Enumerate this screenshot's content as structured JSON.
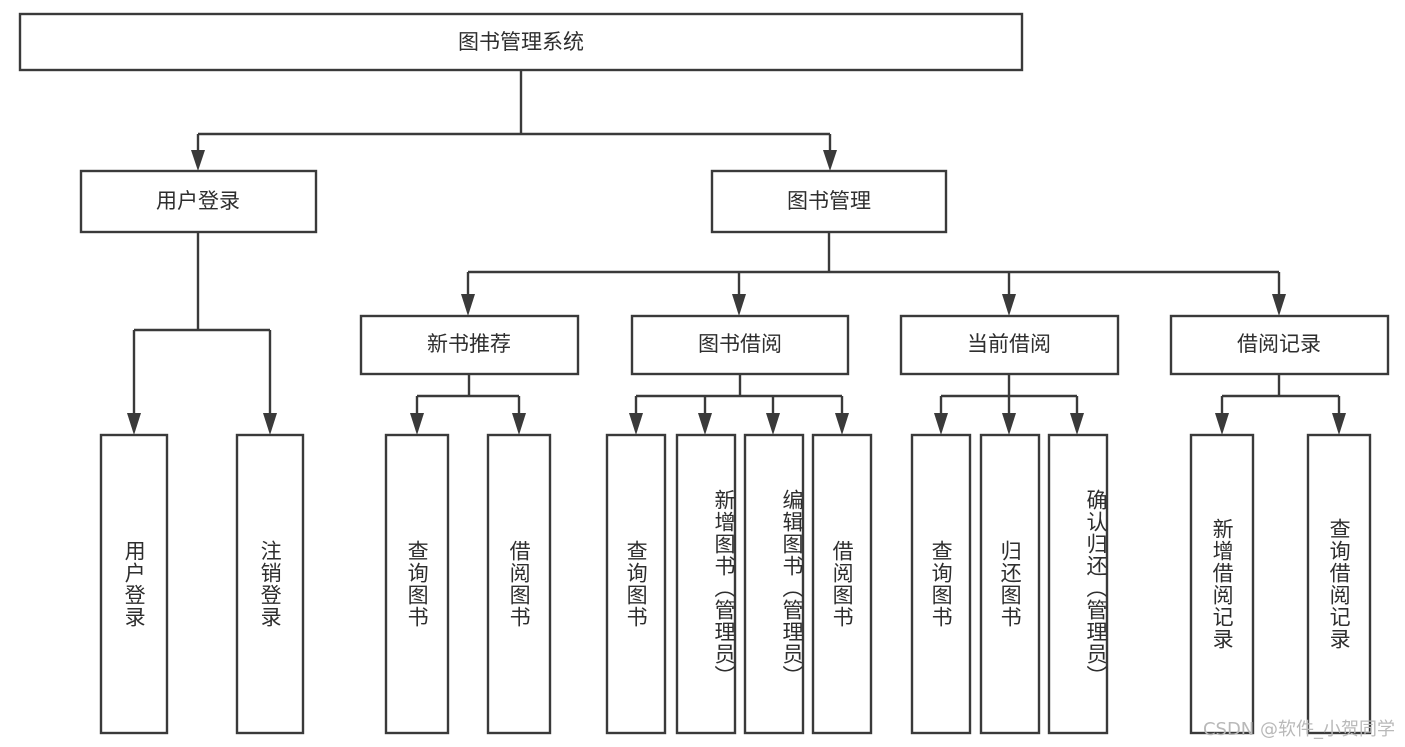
{
  "diagram": {
    "type": "tree-hierarchy-chart",
    "title": "图书管理系统",
    "colors": {
      "stroke": "#3a3a3a",
      "fill": "#ffffff",
      "text": "#2e2e2e",
      "background": "#ffffff",
      "watermark": "#b9b9b9"
    },
    "levels": {
      "root": {
        "label": "图书管理系统"
      },
      "level2": [
        {
          "label": "用户登录"
        },
        {
          "label": "图书管理"
        }
      ],
      "level3": [
        {
          "label": "新书推荐"
        },
        {
          "label": "图书借阅"
        },
        {
          "label": "当前借阅"
        },
        {
          "label": "借阅记录"
        }
      ],
      "leaves": {
        "user_login": [
          {
            "label": "用户登录"
          },
          {
            "label": "注销登录"
          }
        ],
        "new_book_recommend": [
          {
            "label": "查询图书"
          },
          {
            "label": "借阅图书"
          }
        ],
        "book_borrow": [
          {
            "label": "查询图书"
          },
          {
            "label": "新增图书（管理员）"
          },
          {
            "label": "编辑图书（管理员）"
          },
          {
            "label": "借阅图书"
          }
        ],
        "current_borrow": [
          {
            "label": "查询图书"
          },
          {
            "label": "归还图书"
          },
          {
            "label": "确认归还（管理员）"
          }
        ],
        "borrow_records": [
          {
            "label": "新增借阅记录"
          },
          {
            "label": "查询借阅记录"
          }
        ]
      }
    },
    "watermark": "CSDN @软件_小贺同学"
  }
}
